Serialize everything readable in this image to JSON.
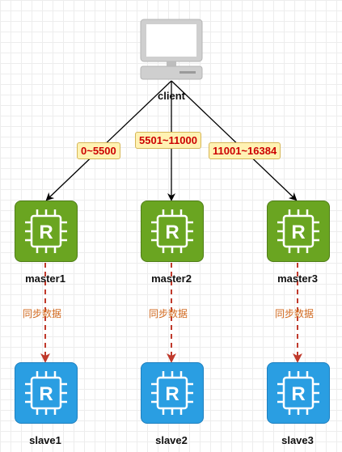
{
  "client": {
    "label": "client",
    "icon": "computer-icon"
  },
  "ranges": [
    {
      "label": "0~5500"
    },
    {
      "label": "5501~11000"
    },
    {
      "label": "11001~16384"
    }
  ],
  "masters": [
    {
      "label": "master1",
      "icon": "redis-chip-icon",
      "color": "#6aa521"
    },
    {
      "label": "master2",
      "icon": "redis-chip-icon",
      "color": "#6aa521"
    },
    {
      "label": "master3",
      "icon": "redis-chip-icon",
      "color": "#6aa521"
    }
  ],
  "sync": [
    {
      "label": "同步数据"
    },
    {
      "label": "同步数据"
    },
    {
      "label": "同步数据"
    }
  ],
  "slaves": [
    {
      "label": "slave1",
      "icon": "redis-chip-icon",
      "color": "#2a9ee2"
    },
    {
      "label": "slave2",
      "icon": "redis-chip-icon",
      "color": "#2a9ee2"
    },
    {
      "label": "slave3",
      "icon": "redis-chip-icon",
      "color": "#2a9ee2"
    }
  ],
  "colors": {
    "arrow": "#000000",
    "sync_arrow": "#c0392b",
    "sync_text": "#d2691e",
    "range_text": "#cc0000",
    "range_bg": "#fff2b3"
  }
}
